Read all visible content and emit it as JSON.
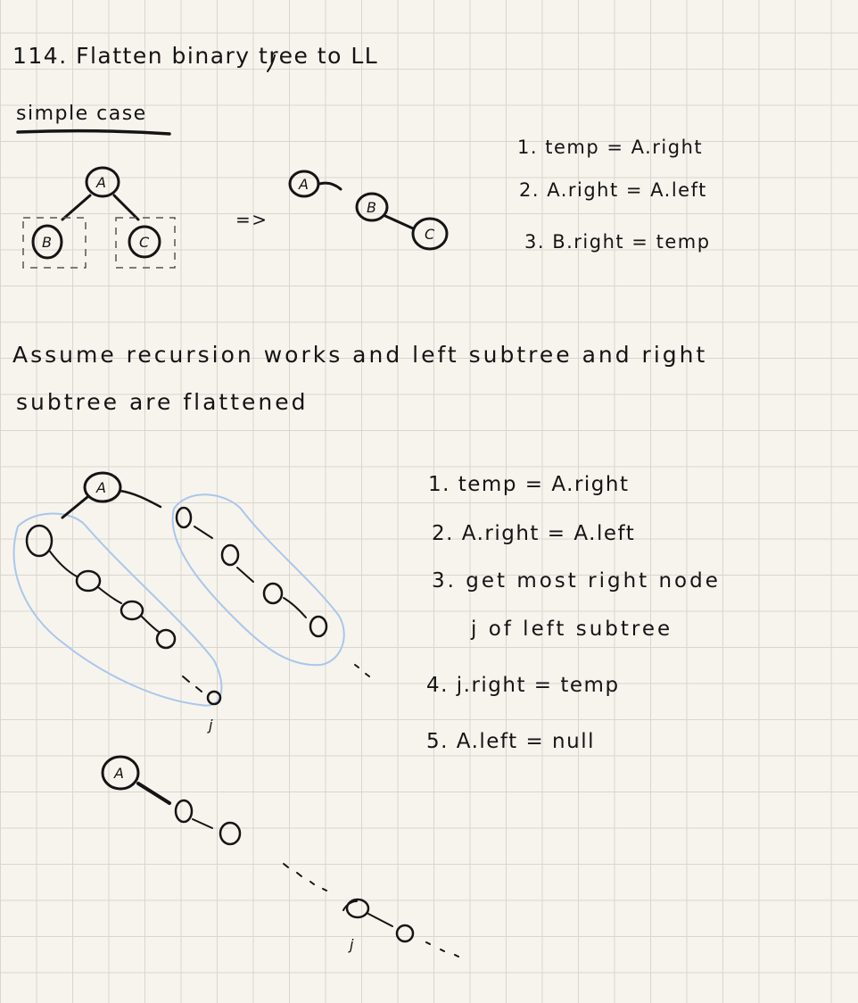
{
  "title": "114. Flatten binary tree to LL",
  "subtitle": "simple case",
  "arrow": "=>",
  "simple_steps": [
    "1. temp = A.right",
    "2. A.right = A.left",
    "3. B.right = temp"
  ],
  "assumption": {
    "line1": "Assume recursion works and left subtree and right",
    "line2": "subtree are flattened"
  },
  "general_steps": [
    "1. temp = A.right",
    "2. A.right = A.left",
    "3. get most right node",
    "j of left subtree",
    "4. j.right = temp",
    "5. A.left = null"
  ],
  "node_labels": {
    "a": "A",
    "b": "B",
    "c": "C",
    "j": "j"
  },
  "ellipsis": "..."
}
